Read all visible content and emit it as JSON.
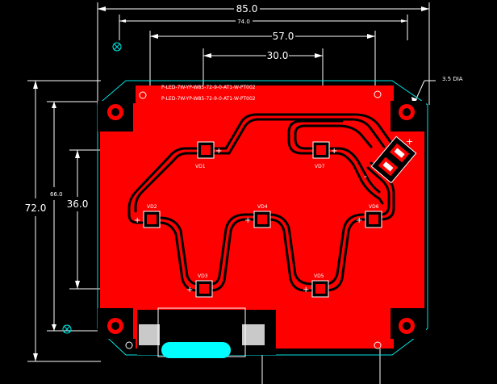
{
  "colors": {
    "background": "#000000",
    "board": "#ff0000",
    "trace": "#000000",
    "outline": "#00e5e5",
    "dimension": "#ffffff",
    "silk": "#ffffff",
    "hole": "#00ffff"
  },
  "dimensions": {
    "overall_width": "85.0",
    "inner_width": "74.0",
    "width_57": "57.0",
    "width_30": "30.0",
    "overall_height": "72.0",
    "inner_height": "66.0",
    "height_36": "36.0",
    "hole_dia": "3.5 DIA"
  },
  "board": {
    "part_label_1": "P-LED-7W-YP-W85-72-9-0-AT1-W-PT002",
    "part_label_2": "P-LED-7W-YP-W85-72-9-0-AT1-W-PT002"
  },
  "leds": [
    {
      "id": "VD1",
      "plus": "+",
      "minus": "-"
    },
    {
      "id": "VD2",
      "plus": "+",
      "minus": "-"
    },
    {
      "id": "VD3",
      "plus": "+",
      "minus": "-"
    },
    {
      "id": "VD4",
      "plus": "+",
      "minus": "-"
    },
    {
      "id": "VD5",
      "plus": "+",
      "minus": "-"
    },
    {
      "id": "VD6",
      "plus": "+",
      "minus": "-"
    },
    {
      "id": "VD7",
      "plus": "+",
      "minus": "-"
    }
  ],
  "connector": {
    "plus": "+",
    "minus": "-"
  }
}
